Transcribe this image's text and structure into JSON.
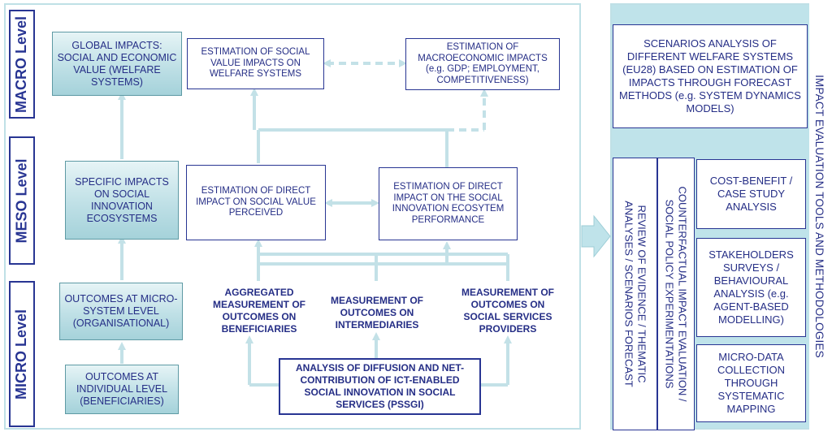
{
  "levels": {
    "macro": "MACRO Level",
    "meso": "MESO Level",
    "micro": "MICRO Level"
  },
  "left_column": {
    "global_impacts": "GLOBAL IMPACTS: SOCIAL AND ECONOMIC VALUE (WELFARE SYSTEMS)",
    "specific_impacts": "SPECIFIC IMPACTS ON SOCIAL INNOVATION ECOSYSTEMS",
    "outcomes_micro_system": "OUTCOMES AT MICRO-SYSTEM LEVEL (ORGANISATIONAL)",
    "outcomes_individual": "OUTCOMES AT INDIVIDUAL LEVEL (BENEFICIARIES)"
  },
  "macro": {
    "social_value_impacts": "ESTIMATION OF SOCIAL VALUE IMPACTS ON WELFARE SYSTEMS",
    "macroeconomic_impacts": "ESTIMATION OF MACROECONOMIC IMPACTS (e.g. GDP; EMPLOYMENT, COMPETITIVENESS)"
  },
  "meso": {
    "direct_impact_social_value": "ESTIMATION OF DIRECT IMPACT ON SOCIAL VALUE PERCEIVED",
    "direct_impact_ecosystem": "ESTIMATION OF DIRECT IMPACT ON THE SOCIAL INNOVATION ECOSYTEM PERFORMANCE"
  },
  "micro": {
    "aggregated_measurement": "AGGREGATED MEASUREMENT OF OUTCOMES ON BENEFICIARIES",
    "measurement_intermediaries": "MEASUREMENT OF OUTCOMES ON INTERMEDIARIES",
    "measurement_providers": "MEASUREMENT OF OUTCOMES ON SOCIAL SERVICES PROVIDERS",
    "analysis_pssgi": "ANALYSIS OF DIFFUSION AND NET-CONTRIBUTION OF ICT-ENABLED SOCIAL INNOVATION IN SOCIAL SERVICES (PSSGI)"
  },
  "tools": {
    "title": "IMPACT EVALUATION TOOLS AND METHODOLOGIES",
    "scenarios": "SCENARIOS ANALYSIS OF DIFFERENT WELFARE SYSTEMS (EU28) BASED ON ESTIMATION OF IMPACTS THROUGH FORECAST METHODS (e.g.  SYSTEM DYNAMICS MODELS)",
    "review_line1": "REVIEW OF EVIDENCE / THEMATIC",
    "review_line2": "ANALYSES / SCENARIOS FORECAST",
    "counterfactual_line1": "COUNTERFACTUAL IMPACT EVALUATION /",
    "counterfactual_line2": "SOCIAL POLICY EXPERIMENTATIONS",
    "cost_benefit": "COST-BENEFIT / CASE STUDY ANALYSIS",
    "stakeholders": "STAKEHOLDERS SURVEYS / BEHAVIOURAL ANALYSIS (e.g. AGENT-BASED MODELLING)",
    "micro_data": "MICRO-DATA COLLECTION THROUGH SYSTEMATIC MAPPING"
  },
  "colors": {
    "text": "#252e86",
    "border": "#283593",
    "teal_fill": "#bfe0e6",
    "arrow": "#c3e1e7"
  }
}
